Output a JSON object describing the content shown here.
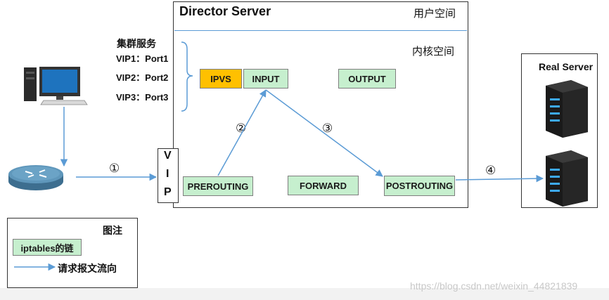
{
  "director": {
    "title": "Director Server",
    "user_space": "用户空间",
    "kernel_space": "内核空间"
  },
  "services": {
    "title": "集群服务",
    "items": [
      "VIP1：Port1",
      "VIP2：Port2",
      "VIP3：Port3"
    ]
  },
  "vip_letters": [
    "V",
    "I",
    "P"
  ],
  "chains": {
    "ipvs": "IPVS",
    "input": "INPUT",
    "output": "OUTPUT",
    "prerouting": "PREROUTING",
    "forward": "FORWARD",
    "postrouting": "POSTROUTING"
  },
  "steps": [
    "①",
    "②",
    "③",
    "④"
  ],
  "real_server": {
    "title": "Real Server"
  },
  "legend": {
    "title": "图注",
    "chain_label": "iptables的链",
    "flow_label": "请求报文流向"
  },
  "watermark": "https://blog.csdn.net/weixin_44821839",
  "colors": {
    "ipvs": "#ffc000",
    "chain": "#c6efce",
    "arrow": "#5b9bd5"
  }
}
